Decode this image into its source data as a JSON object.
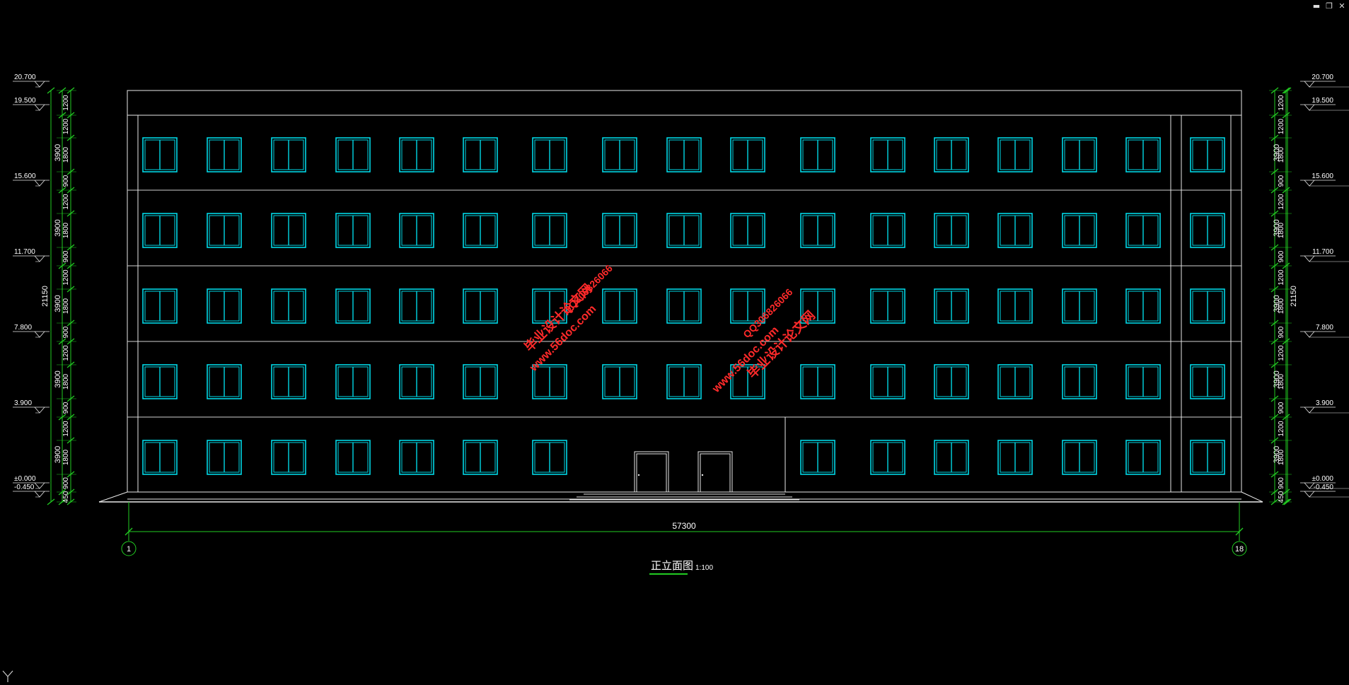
{
  "window": {
    "controls": [
      "minimize",
      "restore",
      "close"
    ]
  },
  "colors": {
    "background": "#000000",
    "outline": "#e8e8e8",
    "window": "#00d8e6",
    "dimension": "#22cc22",
    "watermark": "#ff2a2a",
    "text": "#ffffff"
  },
  "elevation_marks": [
    "20.700",
    "19.500",
    "15.600",
    "11.700",
    "7.800",
    "3.900",
    "±0.000",
    "-0.450"
  ],
  "dims_left_segments": [
    "1200",
    "1200",
    "1800",
    "900",
    "1200",
    "1800",
    "900",
    "1200",
    "1800",
    "900",
    "1200",
    "1800",
    "900",
    "1200",
    "1800",
    "900",
    "450"
  ],
  "dims_right_segments": [
    "1200",
    "1200",
    "1800",
    "900",
    "1200",
    "1800",
    "900",
    "1200",
    "1800",
    "900",
    "1200",
    "1800",
    "900",
    "1200",
    "1800",
    "900",
    "450"
  ],
  "dims_floor_heights": [
    "3900",
    "3900",
    "3900",
    "3900",
    "3900"
  ],
  "dims_total_height": "21150",
  "overall_width": "57300",
  "axis_labels": [
    "1",
    "18"
  ],
  "title": {
    "name": "正立面图",
    "scale": "1:100"
  },
  "watermarks": [
    {
      "site": "www.56doc.com",
      "brand": "毕业设计论文网",
      "qq": "QQ306826066"
    },
    {
      "site": "www.56doc.com",
      "brand": "毕业设计论文网",
      "qq": "QQ306826066"
    }
  ],
  "ucs_icon": "ucs-y-axis-icon"
}
